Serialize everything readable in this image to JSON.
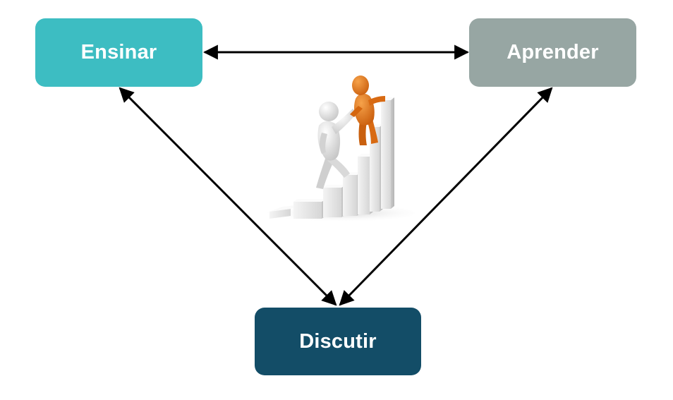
{
  "nodes": {
    "ensinar": {
      "label": "Ensinar",
      "color": "#3dbdc2"
    },
    "aprender": {
      "label": "Aprender",
      "color": "#97a6a3"
    },
    "discutir": {
      "label": "Discutir",
      "color": "#134d67"
    }
  },
  "connectors": [
    {
      "from": "ensinar",
      "to": "aprender",
      "direction": "both"
    },
    {
      "from": "ensinar",
      "to": "discutir",
      "direction": "both"
    },
    {
      "from": "aprender",
      "to": "discutir",
      "direction": "both"
    }
  ],
  "illustration": {
    "subject": "two 3D figures climbing a rising bar-chart staircase, one helping the other up",
    "colors": {
      "figure_left": "#e2e2e2",
      "figure_right": "#e8751a",
      "steps": "#ececec"
    }
  },
  "colors": {
    "arrow": "#000000",
    "background": "#ffffff"
  }
}
